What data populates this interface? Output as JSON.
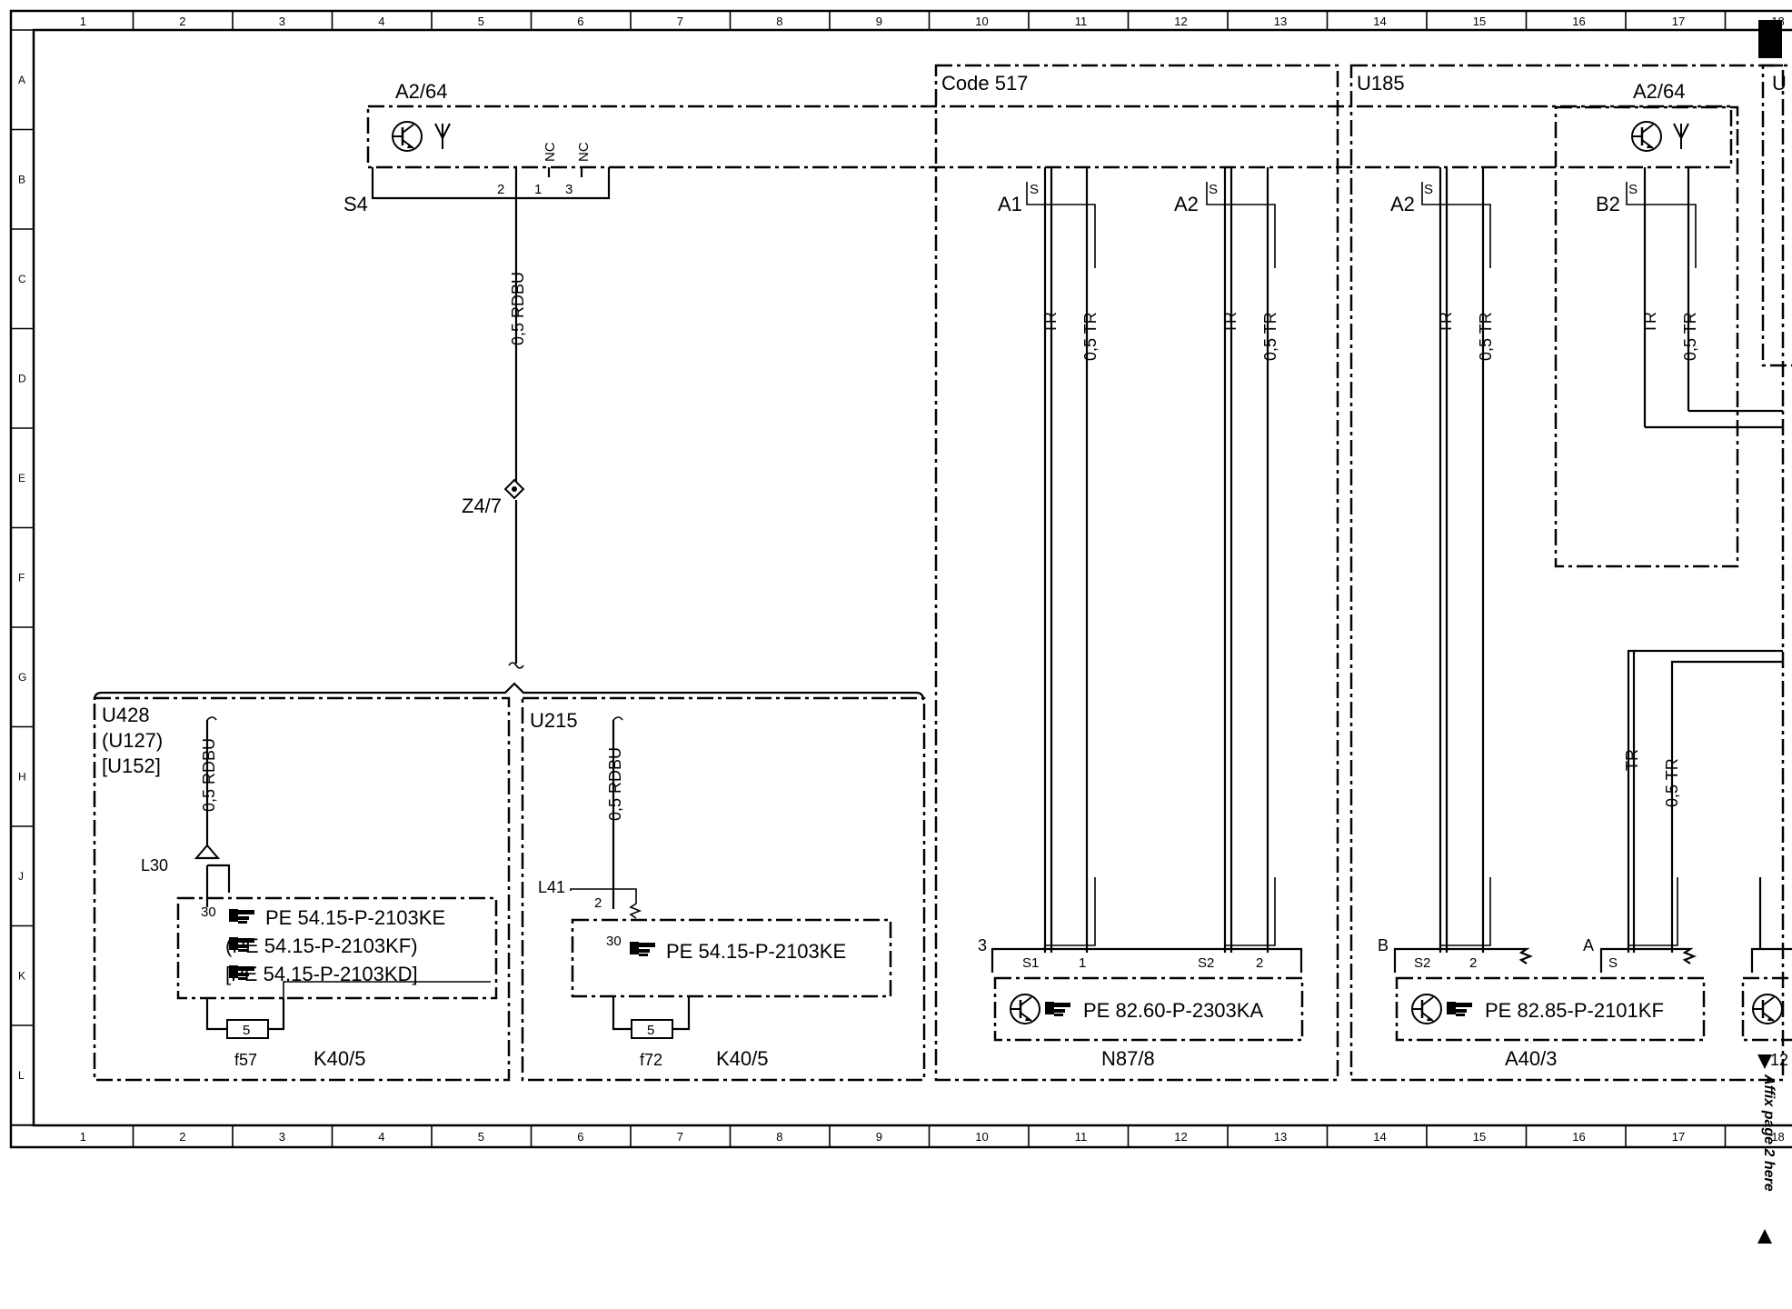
{
  "grid": {
    "columns": [
      "1",
      "2",
      "3",
      "4",
      "5",
      "6",
      "7",
      "8",
      "9",
      "10",
      "11",
      "12",
      "13",
      "14",
      "15",
      "16",
      "17",
      "18"
    ],
    "rows": [
      "A",
      "B",
      "C",
      "D",
      "E",
      "F",
      "G",
      "H",
      "J",
      "K",
      "L"
    ]
  },
  "components": {
    "a2_64_left": "A2/64",
    "a2_64_right": "A2/64",
    "s4": "S4",
    "z4_7": "Z4/7",
    "code517": "Code 517",
    "u185": "U185",
    "u_right": "U",
    "u428": "U428",
    "u127": "(U127)",
    "u152": "[U152]",
    "u215": "U215",
    "l30": "L30",
    "l41": "L41",
    "f57": "f57",
    "f72": "f72",
    "k40_5_a": "K40/5",
    "k40_5_b": "K40/5",
    "n87_8": "N87/8",
    "a40_3": "A40/3",
    "right_edge_num": "12"
  },
  "connectors": {
    "a1": "A1",
    "a2_first": "A2",
    "a2_second": "A2",
    "b2": "B2",
    "k3": "3",
    "kb": "B",
    "ka": "A"
  },
  "pins": {
    "s4_2": "2",
    "s4_1": "1",
    "s4_3": "3",
    "nc1": "NC",
    "nc2": "NC",
    "s": "S",
    "s1": "S1",
    "s2": "S2",
    "p1": "1",
    "p2": "2",
    "p30": "30",
    "fuse5": "5"
  },
  "wires": {
    "rdbu": "0,5 RDBU",
    "tr": "TR",
    "tr05": "0,5 TR"
  },
  "refs": {
    "ke": "PE 54.15-P-2103KE",
    "kf": "(PE 54.15-P-2103KF)",
    "kd": "[PE 54.15-P-2103KD]",
    "ke2": "PE 54.15-P-2103KE",
    "n87": "PE 82.60-P-2303KA",
    "a40": "PE 82.85-P-2101KF"
  },
  "affix_note": "Affix page 2 here",
  "icons": [
    "transistor-icon",
    "antenna-icon",
    "pointing-hand-icon",
    "fuse-icon",
    "ground-arrow-icon",
    "shield-icon"
  ]
}
